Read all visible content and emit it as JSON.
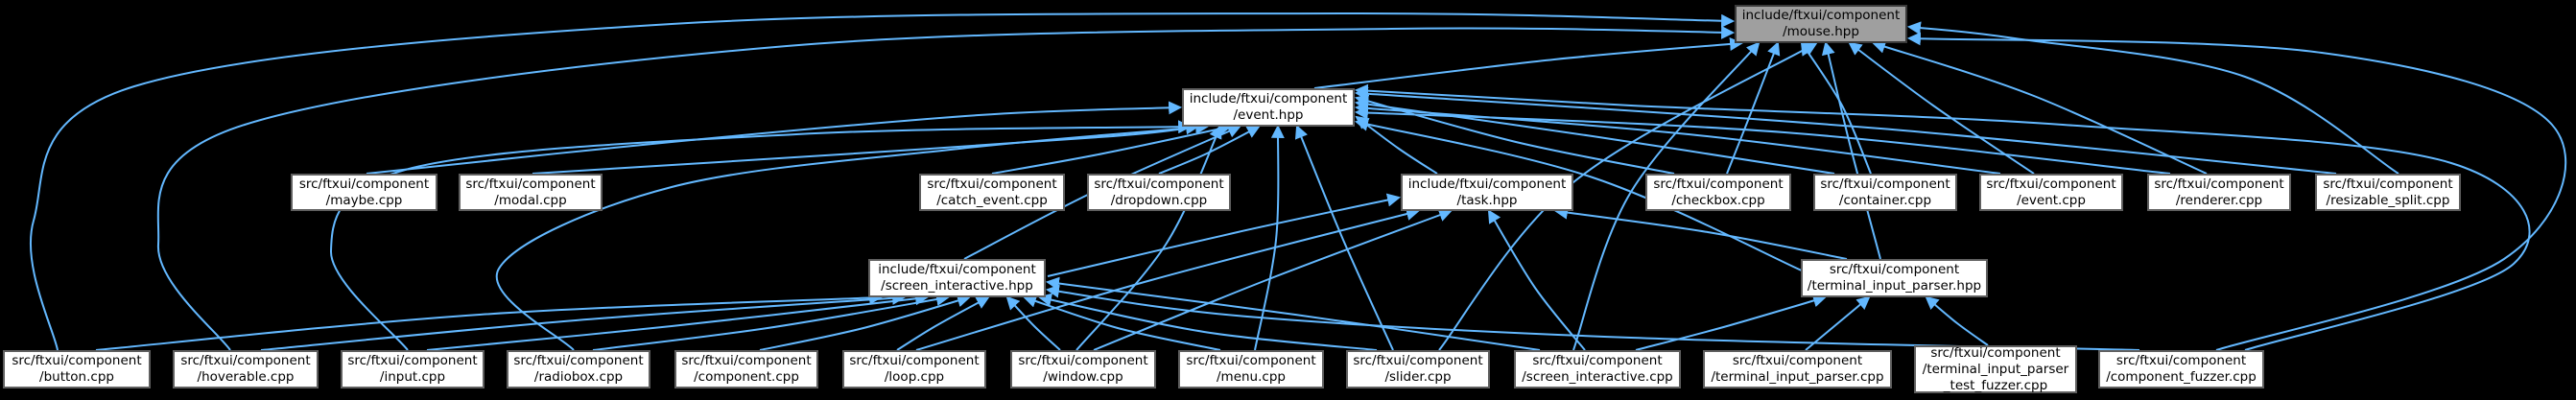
{
  "diagram": {
    "kind": "include-dependency-graph",
    "edge_color": "#63b8ff",
    "highlight_fill": "#9f9f9f",
    "node_fill": "#ffffff",
    "nodes": [
      {
        "id": "mouse_hpp",
        "lines": [
          "include/ftxui/component",
          "/mouse.hpp"
        ],
        "highlighted": true
      },
      {
        "id": "event_hpp",
        "lines": [
          "include/ftxui/component",
          "/event.hpp"
        ],
        "highlighted": false
      },
      {
        "id": "maybe_cpp",
        "lines": [
          "src/ftxui/component",
          "/maybe.cpp"
        ],
        "highlighted": false
      },
      {
        "id": "modal_cpp",
        "lines": [
          "src/ftxui/component",
          "/modal.cpp"
        ],
        "highlighted": false
      },
      {
        "id": "catch_event_cpp",
        "lines": [
          "src/ftxui/component",
          "/catch_event.cpp"
        ],
        "highlighted": false
      },
      {
        "id": "dropdown_cpp",
        "lines": [
          "src/ftxui/component",
          "/dropdown.cpp"
        ],
        "highlighted": false
      },
      {
        "id": "task_hpp",
        "lines": [
          "include/ftxui/component",
          "/task.hpp"
        ],
        "highlighted": false
      },
      {
        "id": "checkbox_cpp",
        "lines": [
          "src/ftxui/component",
          "/checkbox.cpp"
        ],
        "highlighted": false
      },
      {
        "id": "container_cpp",
        "lines": [
          "src/ftxui/component",
          "/container.cpp"
        ],
        "highlighted": false
      },
      {
        "id": "event_cpp",
        "lines": [
          "src/ftxui/component",
          "/event.cpp"
        ],
        "highlighted": false
      },
      {
        "id": "renderer_cpp",
        "lines": [
          "src/ftxui/component",
          "/renderer.cpp"
        ],
        "highlighted": false
      },
      {
        "id": "resizable_split_cpp",
        "lines": [
          "src/ftxui/component",
          "/resizable_split.cpp"
        ],
        "highlighted": false
      },
      {
        "id": "screen_interactive_hpp",
        "lines": [
          "include/ftxui/component",
          "/screen_interactive.hpp"
        ],
        "highlighted": false
      },
      {
        "id": "terminal_input_parser_hpp",
        "lines": [
          "src/ftxui/component",
          "/terminal_input_parser.hpp"
        ],
        "highlighted": false
      },
      {
        "id": "button_cpp",
        "lines": [
          "src/ftxui/component",
          "/button.cpp"
        ],
        "highlighted": false
      },
      {
        "id": "hoverable_cpp",
        "lines": [
          "src/ftxui/component",
          "/hoverable.cpp"
        ],
        "highlighted": false
      },
      {
        "id": "input_cpp",
        "lines": [
          "src/ftxui/component",
          "/input.cpp"
        ],
        "highlighted": false
      },
      {
        "id": "radiobox_cpp",
        "lines": [
          "src/ftxui/component",
          "/radiobox.cpp"
        ],
        "highlighted": false
      },
      {
        "id": "component_cpp",
        "lines": [
          "src/ftxui/component",
          "/component.cpp"
        ],
        "highlighted": false
      },
      {
        "id": "loop_cpp",
        "lines": [
          "src/ftxui/component",
          "/loop.cpp"
        ],
        "highlighted": false
      },
      {
        "id": "window_cpp",
        "lines": [
          "src/ftxui/component",
          "/window.cpp"
        ],
        "highlighted": false
      },
      {
        "id": "menu_cpp",
        "lines": [
          "src/ftxui/component",
          "/menu.cpp"
        ],
        "highlighted": false
      },
      {
        "id": "slider_cpp",
        "lines": [
          "src/ftxui/component",
          "/slider.cpp"
        ],
        "highlighted": false
      },
      {
        "id": "screen_interactive_cpp",
        "lines": [
          "src/ftxui/component",
          "/screen_interactive.cpp"
        ],
        "highlighted": false
      },
      {
        "id": "terminal_input_parser_cpp",
        "lines": [
          "src/ftxui/component",
          "/terminal_input_parser.cpp"
        ],
        "highlighted": false
      },
      {
        "id": "tip_test_fuzzer_cpp",
        "lines": [
          "src/ftxui/component",
          "/terminal_input_parser",
          "_test_fuzzer.cpp"
        ],
        "highlighted": false
      },
      {
        "id": "component_fuzzer_cpp",
        "lines": [
          "src/ftxui/component",
          "/component_fuzzer.cpp"
        ],
        "highlighted": false
      }
    ],
    "edges": [
      {
        "from": "event_hpp",
        "to": "mouse_hpp"
      },
      {
        "from": "terminal_input_parser_hpp",
        "to": "mouse_hpp"
      },
      {
        "from": "checkbox_cpp",
        "to": "mouse_hpp"
      },
      {
        "from": "container_cpp",
        "to": "mouse_hpp"
      },
      {
        "from": "event_cpp",
        "to": "mouse_hpp"
      },
      {
        "from": "renderer_cpp",
        "to": "mouse_hpp"
      },
      {
        "from": "resizable_split_cpp",
        "to": "mouse_hpp"
      },
      {
        "from": "screen_interactive_cpp",
        "to": "mouse_hpp"
      },
      {
        "from": "slider_cpp",
        "to": "mouse_hpp"
      },
      {
        "from": "button_cpp",
        "to": "mouse_hpp"
      },
      {
        "from": "hoverable_cpp",
        "to": "mouse_hpp"
      },
      {
        "from": "component_fuzzer_cpp",
        "to": "mouse_hpp"
      },
      {
        "from": "maybe_cpp",
        "to": "event_hpp"
      },
      {
        "from": "modal_cpp",
        "to": "event_hpp"
      },
      {
        "from": "catch_event_cpp",
        "to": "event_hpp"
      },
      {
        "from": "dropdown_cpp",
        "to": "event_hpp"
      },
      {
        "from": "task_hpp",
        "to": "event_hpp"
      },
      {
        "from": "checkbox_cpp",
        "to": "event_hpp"
      },
      {
        "from": "container_cpp",
        "to": "event_hpp"
      },
      {
        "from": "event_cpp",
        "to": "event_hpp"
      },
      {
        "from": "renderer_cpp",
        "to": "event_hpp"
      },
      {
        "from": "resizable_split_cpp",
        "to": "event_hpp"
      },
      {
        "from": "screen_interactive_hpp",
        "to": "event_hpp"
      },
      {
        "from": "terminal_input_parser_hpp",
        "to": "event_hpp"
      },
      {
        "from": "input_cpp",
        "to": "event_hpp"
      },
      {
        "from": "radiobox_cpp",
        "to": "event_hpp"
      },
      {
        "from": "menu_cpp",
        "to": "event_hpp"
      },
      {
        "from": "slider_cpp",
        "to": "event_hpp"
      },
      {
        "from": "window_cpp",
        "to": "event_hpp"
      },
      {
        "from": "component_fuzzer_cpp",
        "to": "event_hpp"
      },
      {
        "from": "screen_interactive_hpp",
        "to": "task_hpp"
      },
      {
        "from": "loop_cpp",
        "to": "task_hpp"
      },
      {
        "from": "screen_interactive_cpp",
        "to": "task_hpp"
      },
      {
        "from": "terminal_input_parser_hpp",
        "to": "task_hpp"
      },
      {
        "from": "window_cpp",
        "to": "task_hpp"
      },
      {
        "from": "button_cpp",
        "to": "screen_interactive_hpp"
      },
      {
        "from": "hoverable_cpp",
        "to": "screen_interactive_hpp"
      },
      {
        "from": "input_cpp",
        "to": "screen_interactive_hpp"
      },
      {
        "from": "radiobox_cpp",
        "to": "screen_interactive_hpp"
      },
      {
        "from": "component_cpp",
        "to": "screen_interactive_hpp"
      },
      {
        "from": "loop_cpp",
        "to": "screen_interactive_hpp"
      },
      {
        "from": "window_cpp",
        "to": "screen_interactive_hpp"
      },
      {
        "from": "menu_cpp",
        "to": "screen_interactive_hpp"
      },
      {
        "from": "slider_cpp",
        "to": "screen_interactive_hpp"
      },
      {
        "from": "screen_interactive_cpp",
        "to": "screen_interactive_hpp"
      },
      {
        "from": "component_fuzzer_cpp",
        "to": "screen_interactive_hpp"
      },
      {
        "from": "screen_interactive_cpp",
        "to": "terminal_input_parser_hpp"
      },
      {
        "from": "terminal_input_parser_cpp",
        "to": "terminal_input_parser_hpp"
      },
      {
        "from": "tip_test_fuzzer_cpp",
        "to": "terminal_input_parser_hpp"
      }
    ]
  }
}
